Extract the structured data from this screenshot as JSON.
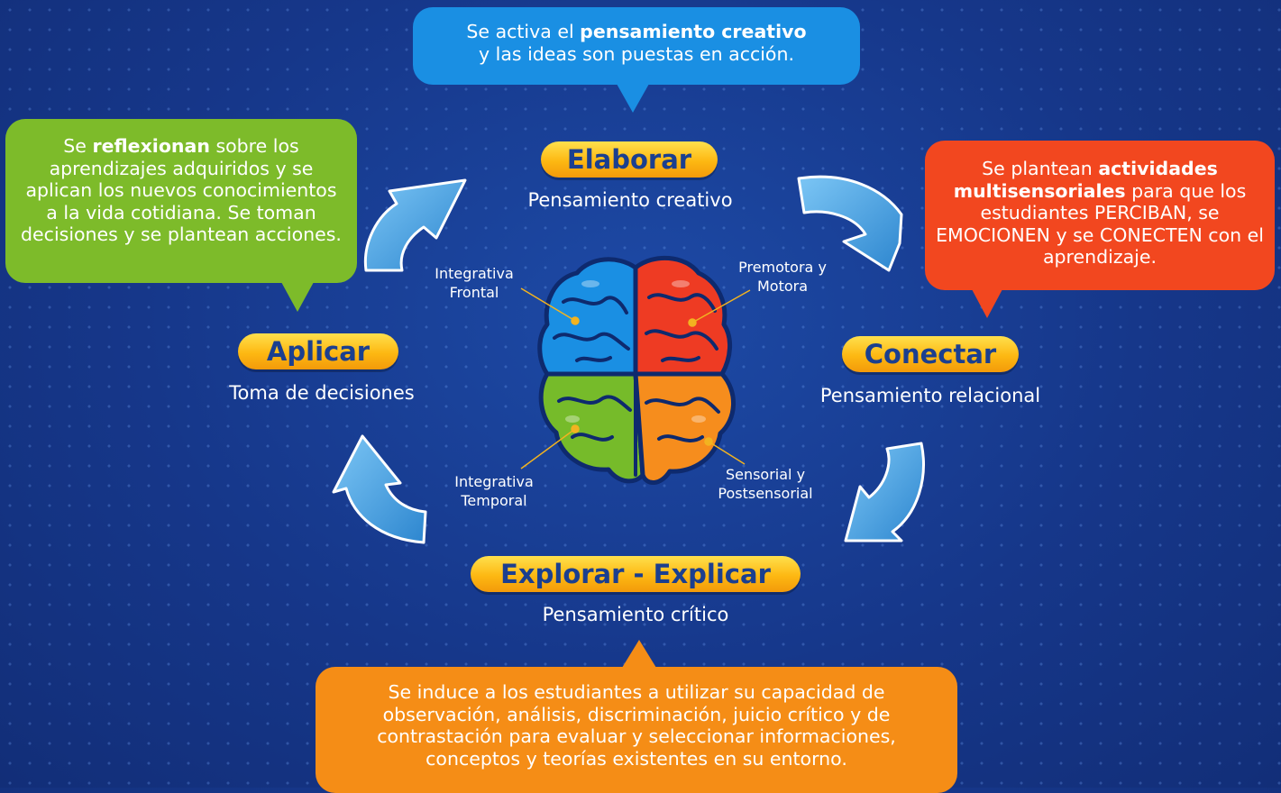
{
  "bubbles": {
    "top": {
      "pre": "Se activa el ",
      "bold": "pensamiento creativo",
      "post": "y las ideas son puestas en acción.",
      "color": "#1a8fe3"
    },
    "left": {
      "pre": "Se ",
      "bold": "reflexionan",
      "post": " sobre los aprendizajes adquiridos y se aplican los nuevos conocimientos a la vida cotidiana. Se toman decisiones y se plantean acciones.",
      "color": "#7dbb2a"
    },
    "right": {
      "pre": "Se plantean ",
      "bold": "actividades multisensoriales",
      "post": " para que los estudiantes PERCIBAN, se EMOCIONEN y se CONECTEN con el aprendizaje.",
      "color": "#f2471f"
    },
    "bottom": {
      "text": "Se induce a los estudiantes a utilizar su capacidad de observación, análisis, discriminación, juicio crítico y de contrastación para evaluar y seleccionar informaciones, conceptos y teorías existentes en su entorno.",
      "color": "#f58d16"
    }
  },
  "stages": {
    "elaborar": {
      "title": "Elaborar",
      "subtitle": "Pensamiento creativo"
    },
    "conectar": {
      "title": "Conectar",
      "subtitle": "Pensamiento relacional"
    },
    "explorar": {
      "title": "Explorar - Explicar",
      "subtitle": "Pensamiento crítico"
    },
    "aplicar": {
      "title": "Aplicar",
      "subtitle": "Toma de decisiones"
    }
  },
  "brain_regions": {
    "frontal": {
      "line1": "Integrativa",
      "line2": "Frontal",
      "color": "#1a8fe3"
    },
    "premotora": {
      "line1": "Premotora y",
      "line2": "Motora",
      "color": "#ee3b23"
    },
    "temporal": {
      "line1": "Integrativa",
      "line2": "Temporal",
      "color": "#76bb2a"
    },
    "sensorial": {
      "line1": "Sensorial y",
      "line2": "Postsensorial",
      "color": "#f68d1d"
    }
  },
  "colors": {
    "background": "#173b8c",
    "pill_fill": "#fdb812",
    "pill_text": "#1b3f8f",
    "arrow": "#4aa8e6",
    "leader": "#f2b320"
  }
}
